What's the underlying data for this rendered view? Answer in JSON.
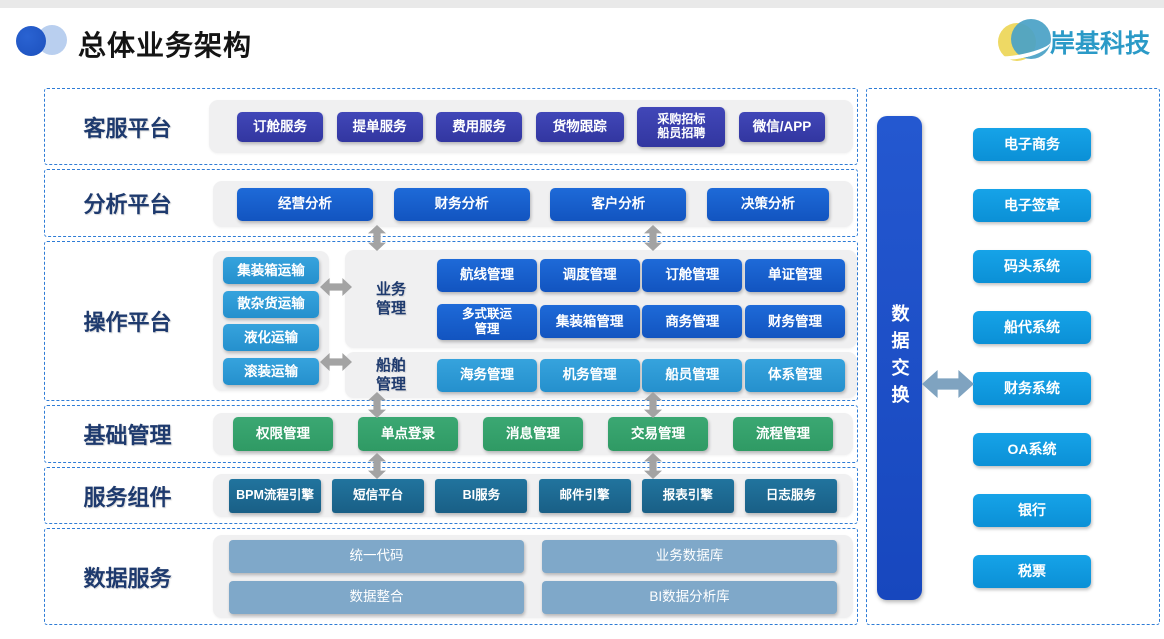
{
  "header": {
    "title": "总体业务架构",
    "logo_text": "岸基科技"
  },
  "palette": {
    "indigo": "#383ca8",
    "blue": "#1560cb",
    "light_blue": "#2d9ad5",
    "green": "#35a06c",
    "dark_teal": "#1d6b93",
    "steel_blue": "#7fa8c9",
    "bright_blue": "#0f9be0",
    "bar_blue": "#1d52c9",
    "label_navy": "#1e3a6e",
    "dashed_border": "#2e7cd6",
    "logo_teal": "#2b9ac7",
    "arrow_gray": "#a3a3a3",
    "arrow_steel": "#7fa3c0"
  },
  "rows": {
    "customer": {
      "label": "客服平台",
      "buttons": [
        "订舱服务",
        "提单服务",
        "费用服务",
        "货物跟踪",
        "采购招标\n船员招聘",
        "微信/APP"
      ]
    },
    "analysis": {
      "label": "分析平台",
      "buttons": [
        "经营分析",
        "财务分析",
        "客户分析",
        "决策分析"
      ]
    },
    "operation": {
      "label": "操作平台",
      "transport_buttons": [
        "集装箱运输",
        "散杂货运输",
        "液化运输",
        "滚装运输"
      ],
      "business": {
        "label": "业务\n管理",
        "row1": [
          "航线管理",
          "调度管理",
          "订舱管理",
          "单证管理"
        ],
        "row2": [
          "多式联运\n管理",
          "集装箱管理",
          "商务管理",
          "财务管理"
        ]
      },
      "ship": {
        "label": "船舶\n管理",
        "buttons": [
          "海务管理",
          "机务管理",
          "船员管理",
          "体系管理"
        ]
      }
    },
    "base": {
      "label": "基础管理",
      "buttons": [
        "权限管理",
        "单点登录",
        "消息管理",
        "交易管理",
        "流程管理"
      ]
    },
    "service": {
      "label": "服务组件",
      "buttons": [
        "BPM流程引擎",
        "短信平台",
        "BI服务",
        "邮件引擎",
        "报表引擎",
        "日志服务"
      ]
    },
    "data": {
      "label": "数据服务",
      "row1": [
        "统一代码",
        "业务数据库"
      ],
      "row2": [
        "数据整合",
        "BI数据分析库"
      ]
    }
  },
  "right_panel": {
    "bar_label": "数据交换",
    "systems": [
      "电子商务",
      "电子签章",
      "码头系统",
      "船代系统",
      "财务系统",
      "OA系统",
      "银行",
      "税票"
    ]
  }
}
